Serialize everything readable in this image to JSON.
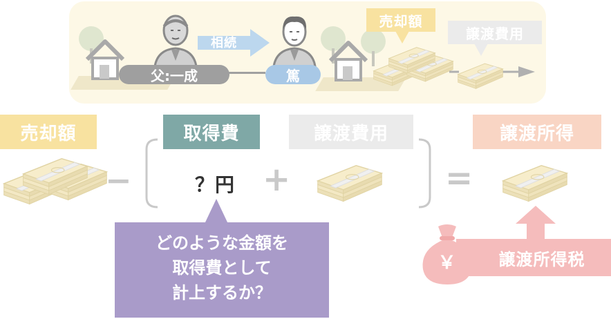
{
  "top": {
    "father_label": "父:一成",
    "son_label": "篤",
    "arrow_label": "相続",
    "sale_label": "売却額",
    "transfer_cost_label": "譲渡費用"
  },
  "formula": {
    "sale_label": "売却額",
    "acquisition_label": "取得費",
    "acquisition_value": "？円",
    "transfer_cost_label": "譲渡費用",
    "income_label": "譲渡所得",
    "minus": "−",
    "plus": "+",
    "equals": "="
  },
  "bubble": {
    "line1": "どのような金額を",
    "line2": "取得費として",
    "line3": "計上するか？"
  },
  "tax": {
    "yen": "￥",
    "label": "譲渡所得税"
  },
  "colors": {
    "sale": "#f8e2a0",
    "acquisition": "#7fa8a6",
    "transfer": "#e6e6e6",
    "income": "#f9d5c4",
    "tax": "#f5bcbc",
    "bubble": "#a99bc9",
    "inherit_arrow": "#bcd7ee"
  }
}
